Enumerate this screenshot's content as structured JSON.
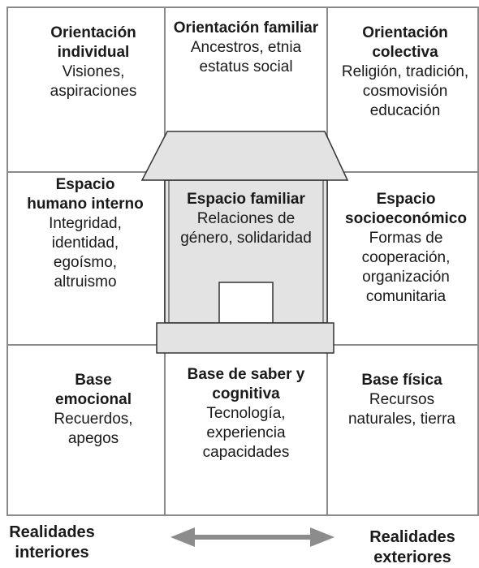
{
  "cells": {
    "individual": {
      "title": "Orientación individual",
      "text": "Visiones, aspiraciones"
    },
    "familiar": {
      "title": "Orientación familiar",
      "text": "Ancestros, etnia estatus social"
    },
    "colectiva": {
      "title": "Orientación colectiva",
      "text": "Religión, tradición, cosmovisión educación"
    },
    "humano": {
      "title": "Espacio humano interno",
      "text": "Integridad, identidad, egoísmo, altruismo"
    },
    "espacio_familiar": {
      "title": "Espacio familiar",
      "text": "Relaciones de género, solidaridad"
    },
    "socio": {
      "title": "Espacio socioeconómico",
      "text": "Formas de cooperación, organización comunitaria"
    },
    "emocional": {
      "title": "Base emocional",
      "text": "Recuerdos, apegos"
    },
    "saber": {
      "title": "Base de saber y cognitiva",
      "text": "Tecnología, experiencia capacidades"
    },
    "fisica": {
      "title": "Base física",
      "text": "Recursos naturales, tierra"
    }
  },
  "footer": {
    "left": "Realidades interiores",
    "right": "Realidades exteriores"
  },
  "colors": {
    "line": "#8a8a8a",
    "house_fill": "#e3e3e3",
    "arrow": "#8c8c8c"
  }
}
